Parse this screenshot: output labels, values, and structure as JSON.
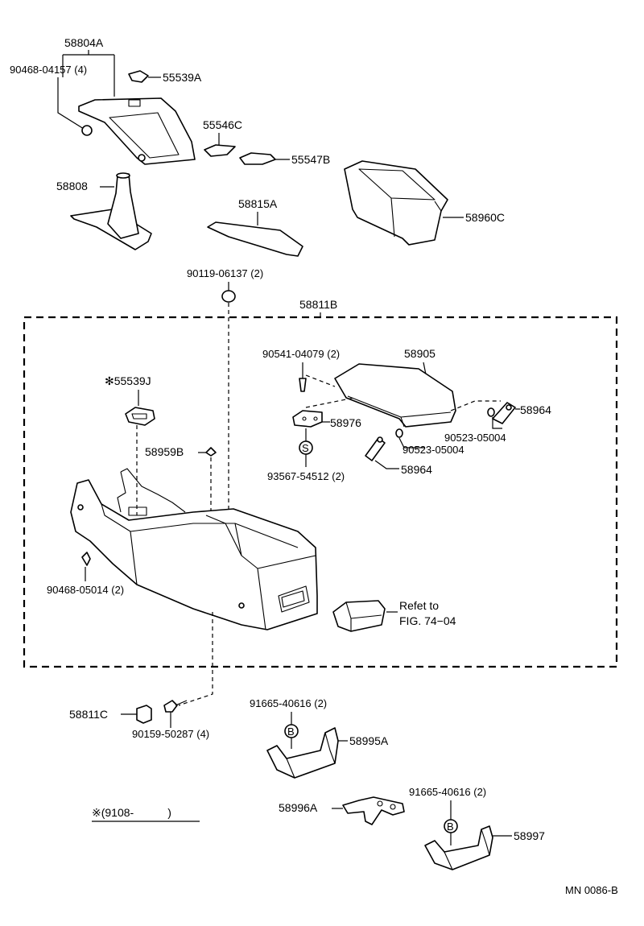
{
  "diagram": {
    "group_label": "58811B",
    "footer_code": "MN 0086-B",
    "note": "※(9108-　　　)",
    "labels": {
      "p58804A": "58804A",
      "p90468_04157": "90468-04157 (4)",
      "p55539A": "55539A",
      "p55546C": "55546C",
      "p55547B": "55547B",
      "p58808": "58808",
      "p58815A": "58815A",
      "p58960C": "58960C",
      "p90119_06137": "90119-06137 (2)",
      "p90541_04079": "90541-04079 (2)",
      "p58905": "58905",
      "p55539J": "✻55539J",
      "p58964_top": "58964",
      "p90523_05004_top": "90523-05004",
      "p58976": "58976",
      "p90523_05004_bot": "90523-05004",
      "p58959B": "58959B",
      "p58964_bot": "58964",
      "p93567_54512": "93567-54512 (2)",
      "p90468_05014": "90468-05014 (2)",
      "refer_line1": "Refet to",
      "refer_line2": "FIG. 74−04",
      "p58811C": "58811C",
      "p90159_50287": "90159-50287 (4)",
      "p91665_40616_a": "91665-40616 (2)",
      "p58995A": "58995A",
      "p58996A": "58996A",
      "p91665_40616_b": "91665-40616 (2)",
      "p58997": "58997",
      "symbol_s": "S",
      "symbol_b1": "B",
      "symbol_b2": "B"
    }
  }
}
